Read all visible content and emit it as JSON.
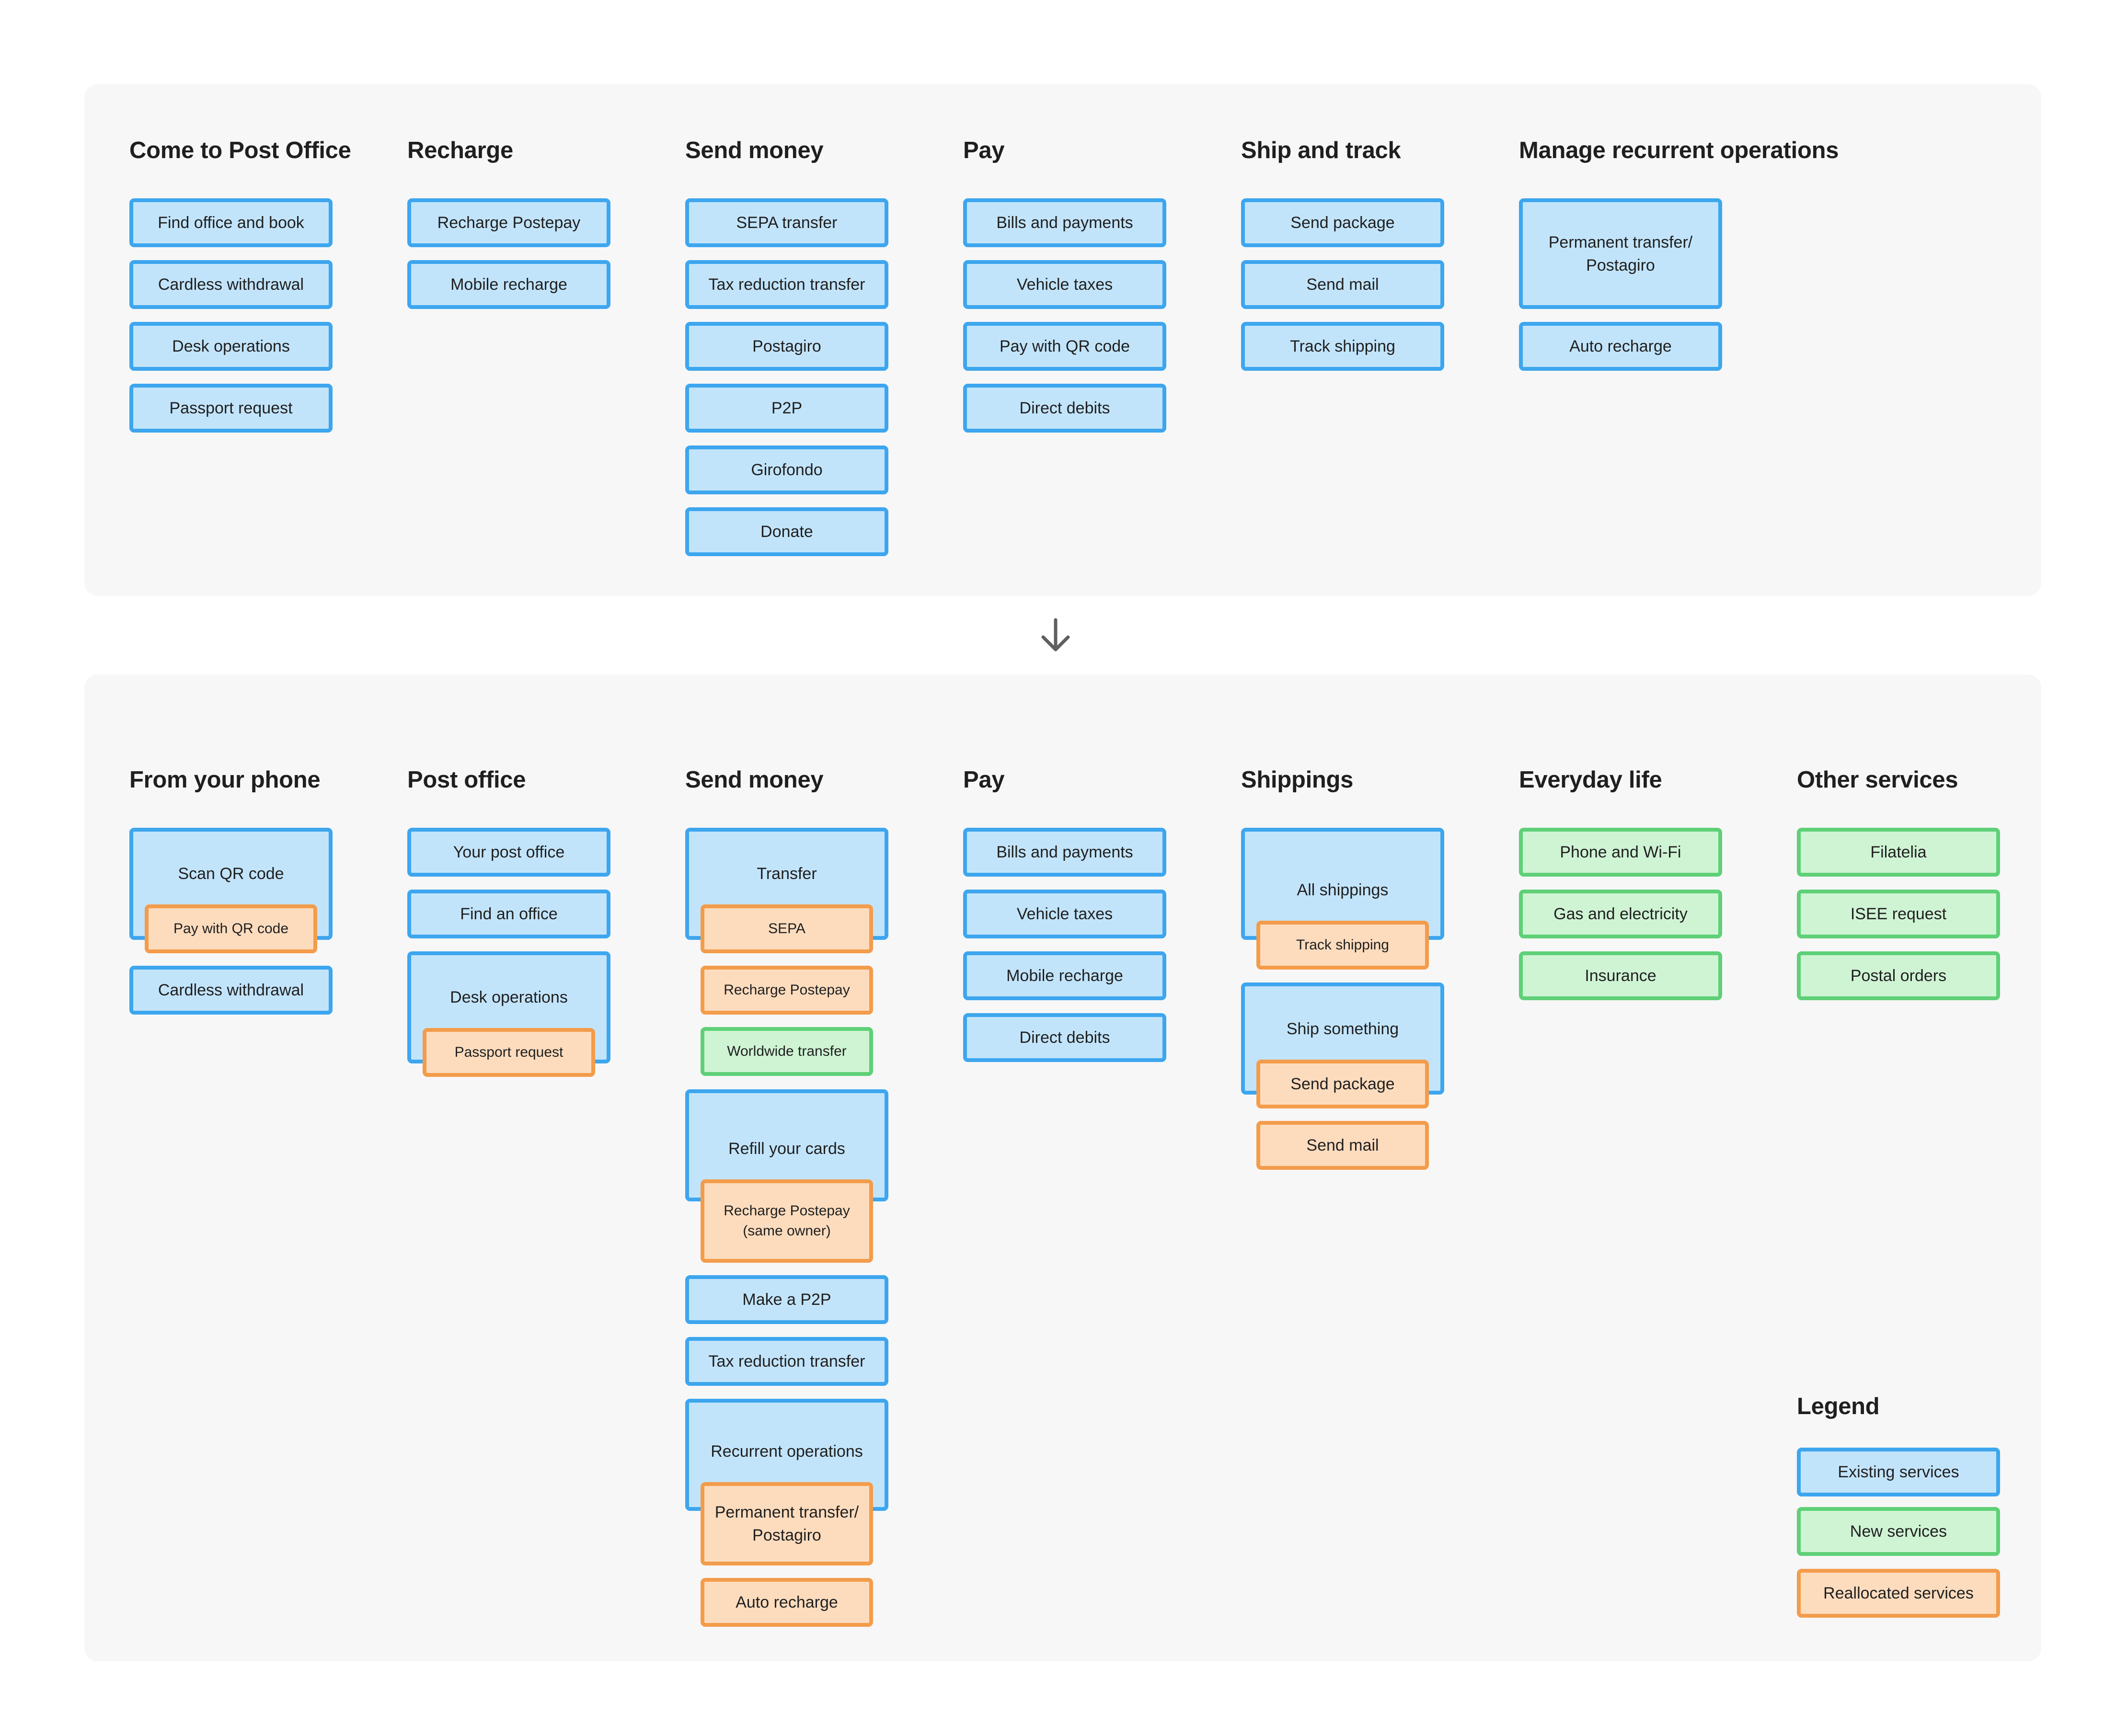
{
  "before": {
    "columns": [
      {
        "title": "Come to Post Office",
        "items": [
          "Find office and book",
          "Cardless withdrawal",
          "Desk operations",
          "Passport request"
        ]
      },
      {
        "title": "Recharge",
        "items": [
          "Recharge Postepay",
          "Mobile recharge"
        ]
      },
      {
        "title": "Send money",
        "items": [
          "SEPA transfer",
          "Tax reduction transfer",
          "Postagiro",
          "P2P",
          "Girofondo",
          "Donate"
        ]
      },
      {
        "title": "Pay",
        "items": [
          "Bills and payments",
          "Vehicle taxes",
          "Pay with QR code",
          "Direct debits"
        ]
      },
      {
        "title": "Ship and track",
        "items": [
          "Send package",
          "Send mail",
          "Track shipping"
        ]
      },
      {
        "title": "Manage recurrent operations",
        "items": [
          "Permanent transfer/\nPostagiro",
          "Auto recharge"
        ]
      }
    ]
  },
  "after": {
    "columns": [
      {
        "title": "From your phone",
        "items": [
          {
            "label": "Scan QR code",
            "type": "existing",
            "children": [
              {
                "label": "Pay with QR code",
                "type": "reallocated"
              }
            ]
          },
          {
            "label": "Cardless withdrawal",
            "type": "existing"
          }
        ]
      },
      {
        "title": "Post office",
        "items": [
          {
            "label": "Your post office",
            "type": "existing"
          },
          {
            "label": "Find an office",
            "type": "existing"
          },
          {
            "label": "Desk operations",
            "type": "existing",
            "children": [
              {
                "label": "Passport request",
                "type": "reallocated"
              }
            ]
          }
        ]
      },
      {
        "title": "Send money",
        "items": [
          {
            "label": "Transfer",
            "type": "existing",
            "children": [
              {
                "label": "SEPA",
                "type": "reallocated"
              },
              {
                "label": "Recharge Postepay",
                "type": "reallocated"
              },
              {
                "label": "Worldwide transfer",
                "type": "new"
              }
            ]
          },
          {
            "label": "Refill your cards",
            "type": "existing",
            "children": [
              {
                "label": "Recharge Postepay\n(same owner)",
                "type": "reallocated"
              }
            ]
          },
          {
            "label": "Make a P2P",
            "type": "existing"
          },
          {
            "label": "Tax reduction transfer",
            "type": "existing"
          },
          {
            "label": "Recurrent operations",
            "type": "existing",
            "children": [
              {
                "label": "Permanent transfer/\nPostagiro",
                "type": "reallocated"
              },
              {
                "label": "Auto recharge",
                "type": "reallocated"
              }
            ]
          }
        ]
      },
      {
        "title": "Pay",
        "items": [
          {
            "label": "Bills and payments",
            "type": "existing"
          },
          {
            "label": "Vehicle taxes",
            "type": "existing"
          },
          {
            "label": "Mobile recharge",
            "type": "existing"
          },
          {
            "label": "Direct debits",
            "type": "existing"
          }
        ]
      },
      {
        "title": "Shippings",
        "items": [
          {
            "label": "All shippings",
            "type": "existing",
            "children": [
              {
                "label": "Track shipping",
                "type": "reallocated"
              }
            ]
          },
          {
            "label": "Ship something",
            "type": "existing",
            "children": [
              {
                "label": "Send package",
                "type": "reallocated"
              },
              {
                "label": "Send mail",
                "type": "reallocated"
              }
            ]
          }
        ]
      },
      {
        "title": "Everyday life",
        "items": [
          {
            "label": "Phone and Wi-Fi",
            "type": "new"
          },
          {
            "label": "Gas and electricity",
            "type": "new"
          },
          {
            "label": "Insurance",
            "type": "new"
          }
        ]
      },
      {
        "title": "Other services",
        "items": [
          {
            "label": "Filatelia",
            "type": "new"
          },
          {
            "label": "ISEE request",
            "type": "new"
          },
          {
            "label": "Postal orders",
            "type": "new"
          }
        ]
      }
    ]
  },
  "legend": {
    "title": "Legend",
    "items": [
      {
        "label": "Existing services",
        "type": "existing"
      },
      {
        "label": "New services",
        "type": "new"
      },
      {
        "label": "Reallocated services",
        "type": "reallocated"
      }
    ]
  },
  "colors": {
    "existing_fill": "#c2e4fb",
    "existing_border": "#3da6ee",
    "new_fill": "#cff4d4",
    "new_border": "#5fd077",
    "reallocated_fill": "#fddcbe",
    "reallocated_border": "#f39c4b"
  },
  "icons": {
    "flow_arrow": "arrow-down-icon"
  }
}
